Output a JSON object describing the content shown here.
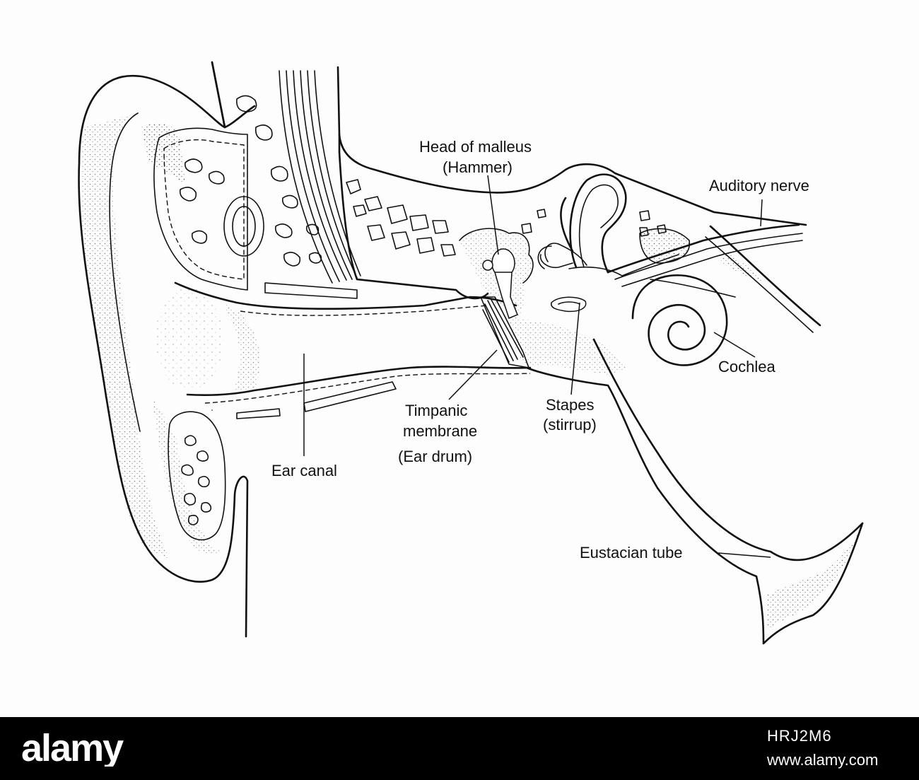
{
  "labels": {
    "head_of_malleus": "Head of malleus",
    "hammer": "(Hammer)",
    "auditory_nerve": "Auditory nerve",
    "cochlea": "Cochlea",
    "stapes": "Stapes",
    "stirrup": "(stirrup)",
    "timpanic_1": "Timpanic",
    "timpanic_2": "membrane",
    "timpanic_3": "(Ear drum)",
    "ear_canal": "Ear canal",
    "eustacian_tube": "Eustacian tube"
  },
  "footer": {
    "logo_text": "alamy",
    "image_id": "HRJ2M6",
    "site": "www.alamy.com"
  },
  "colors": {
    "ink": "#111111",
    "footer_bg": "#000000",
    "paper": "#fdfdfd"
  }
}
